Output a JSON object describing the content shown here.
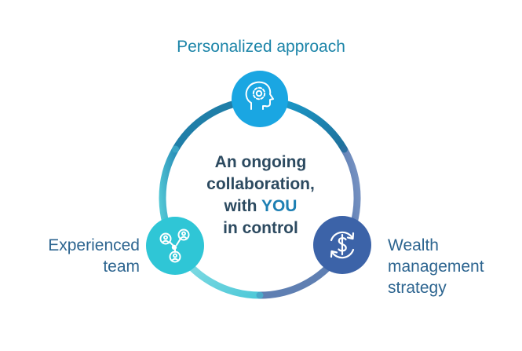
{
  "center": {
    "line1": "An ongoing",
    "line2": "collaboration,",
    "line3_prefix": "with ",
    "line3_emphasis": "YOU",
    "line4": "in control"
  },
  "nodes": {
    "top": {
      "label": "Personalized approach",
      "icon": "brain-gear-icon"
    },
    "right": {
      "label_lines": [
        "Wealth",
        "management",
        "strategy"
      ],
      "icon": "dollar-cycle-icon"
    },
    "left": {
      "label_lines": [
        "Experienced",
        "team"
      ],
      "icon": "team-network-icon"
    }
  },
  "colors": {
    "top_node": "#1aa6e2",
    "right_node": "#3c63a8",
    "left_node": "#2fc6d6",
    "ring_top_right": "#1f7ea8",
    "ring_right_bottom": "#5f7fb2",
    "ring_bottom_left": "#63cfdb",
    "center_text": "#2c4a60",
    "emphasis": "#1d7fb3",
    "top_label": "#1b84a8",
    "side_labels": "#2d6590"
  }
}
